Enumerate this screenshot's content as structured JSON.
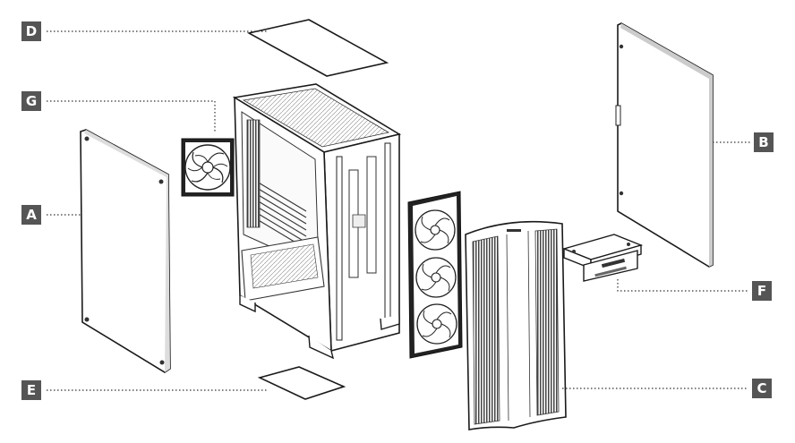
{
  "labels": {
    "A": "A",
    "B": "B",
    "C": "C",
    "D": "D",
    "E": "E",
    "F": "F",
    "G": "G"
  },
  "colors": {
    "label_bg": "#555555",
    "label_text": "#ffffff",
    "line": "#1a1a1a",
    "leader": "#333333"
  }
}
